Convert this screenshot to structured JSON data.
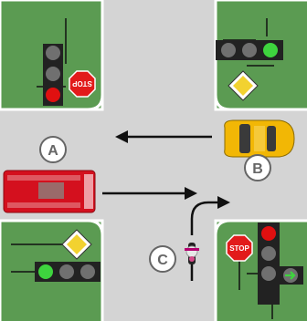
{
  "colors": {
    "grass": "#5b9b52",
    "road": "#d4d4d4",
    "curb": "#ffffff",
    "light_off": "#707070",
    "red": "#e01010",
    "green": "#3ed43e",
    "amber": "#f2d230",
    "stop": "#e21b1b",
    "bus": "#d4101e",
    "car": "#f2b705",
    "arrow": "#111111"
  },
  "labels": {
    "a": "A",
    "b": "B",
    "c": "C"
  },
  "signs": {
    "stop_top": "STOP",
    "stop_bottom": "STOP"
  },
  "signals": {
    "top_left": [
      "off",
      "off",
      "red"
    ],
    "top_right": [
      "off",
      "off",
      "green"
    ],
    "bottom_left": [
      "green",
      "off",
      "off"
    ],
    "bottom_right": [
      "red",
      "off",
      "off",
      "green-arrow-right"
    ]
  }
}
